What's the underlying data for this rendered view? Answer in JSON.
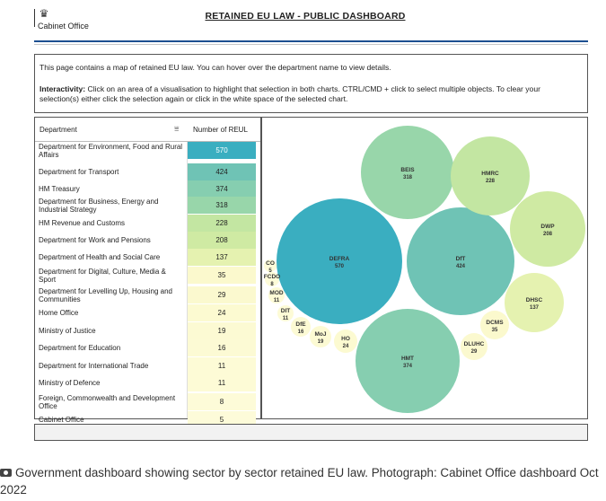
{
  "header": {
    "org": "Cabinet Office",
    "title": "RETAINED EU LAW - PUBLIC DASHBOARD"
  },
  "info": {
    "intro": "This page contains a map of retained EU law. You can hover over the department name to view details.",
    "interactivity_label": "Interactivity:",
    "interactivity_text": " Click on an area of a visualisation to highlight that selection in both charts. CTRL/CMD + click to select multiple objects. To clear your selection(s) either click the selection again or click in the white space of the selected chart."
  },
  "table": {
    "col_department": "Department",
    "col_count": "Number of REUL",
    "rows": [
      {
        "department": "Department for Environment, Food and Rural Affairs",
        "value": "570",
        "color": "#3aaec0",
        "text_color": "#ffffff"
      },
      {
        "department": "Department for Transport",
        "value": "424",
        "color": "#6fc3b5",
        "text_color": "#222222"
      },
      {
        "department": "HM Treasury",
        "value": "374",
        "color": "#86ceb0",
        "text_color": "#222222"
      },
      {
        "department": "Department for Business, Energy and Industrial Strategy",
        "value": "318",
        "color": "#98d6aa",
        "text_color": "#222222"
      },
      {
        "department": "HM Revenue and Customs",
        "value": "228",
        "color": "#c3e6a2",
        "text_color": "#222222"
      },
      {
        "department": "Department for Work and Pensions",
        "value": "208",
        "color": "#cfeaa3",
        "text_color": "#222222"
      },
      {
        "department": "Department of Health and Social Care",
        "value": "137",
        "color": "#e5f2b0",
        "text_color": "#222222"
      },
      {
        "department": "Department for Digital, Culture, Media & Sport",
        "value": "35",
        "color": "#fbf9cd",
        "text_color": "#222222"
      },
      {
        "department": "Department for Levelling Up, Housing and Communities",
        "value": "29",
        "color": "#fbf9cf",
        "text_color": "#222222"
      },
      {
        "department": "Home Office",
        "value": "24",
        "color": "#fcfad1",
        "text_color": "#222222"
      },
      {
        "department": "Ministry of Justice",
        "value": "19",
        "color": "#fcfad3",
        "text_color": "#222222"
      },
      {
        "department": "Department for Education",
        "value": "16",
        "color": "#fcfad4",
        "text_color": "#222222"
      },
      {
        "department": "Department for International Trade",
        "value": "11",
        "color": "#fdfbd6",
        "text_color": "#222222"
      },
      {
        "department": "Ministry of Defence",
        "value": "11",
        "color": "#fdfbd6",
        "text_color": "#222222"
      },
      {
        "department": "Foreign, Commonwealth and Development Office",
        "value": "8",
        "color": "#fdfbd8",
        "text_color": "#222222"
      },
      {
        "department": "Cabinet Office",
        "value": "5",
        "color": "#fdfbd9",
        "text_color": "#222222"
      }
    ]
  },
  "bubbles": [
    {
      "label": "DEFRA",
      "value": "570",
      "color": "#3aaec0"
    },
    {
      "label": "DfT",
      "value": "424",
      "color": "#6fc3b5"
    },
    {
      "label": "HMT",
      "value": "374",
      "color": "#86ceb0"
    },
    {
      "label": "BEIS",
      "value": "318",
      "color": "#98d6aa"
    },
    {
      "label": "HMRC",
      "value": "228",
      "color": "#c3e6a2"
    },
    {
      "label": "DWP",
      "value": "208",
      "color": "#cfeaa3"
    },
    {
      "label": "DHSC",
      "value": "137",
      "color": "#e5f2b0"
    },
    {
      "label": "DCMS",
      "value": "35",
      "color": "#fbf9cd"
    },
    {
      "label": "DLUHC",
      "value": "29",
      "color": "#fbf9cf"
    },
    {
      "label": "HO",
      "value": "24",
      "color": "#fcfad1"
    },
    {
      "label": "MoJ",
      "value": "19",
      "color": "#fcfad3"
    },
    {
      "label": "DfE",
      "value": "16",
      "color": "#fcfad4"
    },
    {
      "label": "DIT",
      "value": "11",
      "color": "#fdfbd6"
    },
    {
      "label": "MOD",
      "value": "11",
      "color": "#fdfbd6"
    },
    {
      "label": "FCDO",
      "value": "8",
      "color": "#fdfbd8"
    },
    {
      "label": "CO",
      "value": "5",
      "color": "#fdfbd9"
    }
  ],
  "caption": "Government dashboard showing sector by sector retained EU law. Photograph: Cabinet Office dashboard Oct 2022",
  "icons": {
    "camera": "camera-icon",
    "filter": "filter-icon",
    "crest": "royal-crest-icon"
  }
}
